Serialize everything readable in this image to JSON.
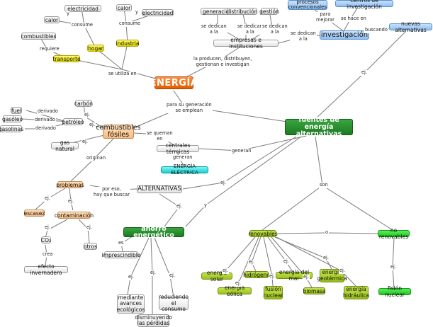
{
  "map": {
    "nodes": {
      "energia": "ENERGÍA",
      "electricidad_1": "electricidad",
      "calor_1": "calor",
      "calor_2": "calor",
      "electricidad_2": "electricidad",
      "combustibles": "combustibles",
      "hogar": "hogar",
      "industria": "industria",
      "transporte": "transporte",
      "generacion": "generación",
      "distribucion": "distribución",
      "gestion": "gestión",
      "empresas": "empresas e instituciones",
      "procesos": "procesos\nconvencionales",
      "centros": "centros de investigación",
      "investigacion": "investigación",
      "nuevas_alternativas": "nuevas alternativas",
      "carbon": "carbón",
      "fuel": "fuel",
      "gasoleo": "gasóleo",
      "gasolinas": "gasolinas",
      "petroleo": "petróleo",
      "combustibles_fosiles": "combustibles\nfósiles",
      "gas_natural": "gas natural",
      "centrales": "centrales térmicas",
      "energia_electrica": "ENERGÍA ELÉCTRICA",
      "fuentes": "fuentes de energía\nalternativas",
      "problemas": "problemas",
      "alternativas": "ALTERNATIVAS",
      "escasez": "escasez",
      "contaminacion": "contaminación",
      "co2": "CO₂",
      "otros": "otros",
      "efecto": "efecto invernadero",
      "ahorro": "ahorro energético",
      "imprescindible": "imprescindible",
      "mediante": "mediante\navances\necológicos",
      "disminuyendo": "disminuyendo\nlas pérdidas",
      "reduciendo": "reduciendo\nel consumo",
      "renovables": "renovables",
      "no_renovables": "no renovables",
      "solar": "energía solar",
      "eolica": "energía eólica",
      "hidrogeno": "hidrógeno",
      "fusion": "fusión\nnuclear",
      "mar": "energía del mar",
      "biomasa": "biomasa",
      "geotermica": "energía\ngeotérmica",
      "hidraulica": "energía\nhidráulica",
      "fision": "fisión nuclear"
    },
    "labels": {
      "y_1": "y",
      "consume_1": "consume",
      "y_2": "y",
      "consume_2": "consume",
      "requiere": "requiere",
      "se_utiliza": "se utiliza en",
      "se_dedican_1": "se dedican\na la",
      "se_dedican_2": "se dedican\na la",
      "se_dedican_3": "se dedican\na la",
      "se_dedican_4": "se dedican\na la",
      "para_mejorar": "para\nmejorar",
      "se_hace_en": "se hace en",
      "buscando": "buscando",
      "la_producen": "la producen, distribuyen,\ngestionan e investigan",
      "ej_nuevas": "ej.",
      "para_su_generacion": "para su generación\nse emplean",
      "derivado_1": "derivado",
      "derivado_2": "derivado",
      "derivado_3": "derivado",
      "ej_petroleo": "ej.",
      "ej_carbon": "ej.",
      "ej_gas": "ej.",
      "se_queman": "se queman\nen",
      "generan_1": "generan",
      "generan_2": "generan",
      "originan": "originan",
      "por_eso": "por eso,\nhay que buscar",
      "ej_alt": "ej.",
      "y_3": "y",
      "ej_escasez": "ej.",
      "ej_contam": "ej.",
      "ej_co2": "ej.",
      "ej_otros": "ej.",
      "crea": "crea",
      "es": "es",
      "ej_a1": "ej.",
      "ej_a2": "ej.",
      "ej_a3": "ej.",
      "son": "son",
      "o": "o",
      "ej_r1": "ej.",
      "ej_r2": "ej.",
      "ej_r3": "ej.",
      "ej_r4": "ej.",
      "ej_r5": "ej.",
      "ej_r6": "ej.",
      "ej_r7": "ej.",
      "ej_r8": "ej.",
      "ej_nr": "ej."
    },
    "colors": {
      "energy": "#e85f00",
      "use": "#f0e600",
      "fossil": "#f6c28e",
      "research": "#93c3f2",
      "alternatives": "#1f7f24",
      "renewables": "#a3c626",
      "non_renewables": "#2ad22a",
      "electric": "#1dd4d4"
    }
  }
}
